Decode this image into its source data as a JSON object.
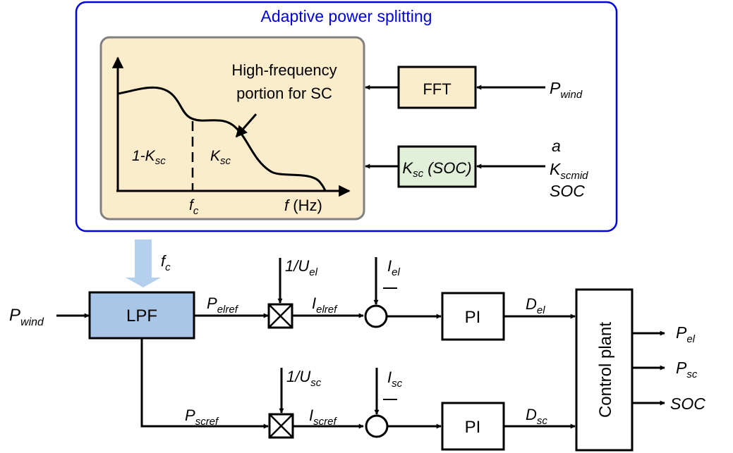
{
  "title": "Adaptive power splitting",
  "colors": {
    "group_border": "#0000e0",
    "title_text": "#0000e0",
    "spectrum_panel_fill": "#fbeccb",
    "spectrum_panel_border": "#808080",
    "fft_fill": "#fbeccb",
    "ksc_fill": "#e2efd9",
    "lpf_fill": "#a9c6e6",
    "fc_arrow": "#b4d0ec"
  },
  "spectrum": {
    "annotation_line1": "High-frequency",
    "annotation_line2": "portion for SC",
    "left_region": {
      "prefix": "1-K",
      "sub": "sc"
    },
    "right_region": {
      "main": "K",
      "sub": "sc"
    },
    "cutoff_label": {
      "main": "f",
      "sub": "c"
    },
    "x_axis_label": {
      "main": "f",
      "unit": " (Hz)"
    }
  },
  "blocks": {
    "fft": "FFT",
    "ksc": {
      "main": "K",
      "sub": "sc",
      "rest": " (SOC)"
    },
    "lpf": "LPF",
    "pi_el": "PI",
    "pi_sc": "PI",
    "plant": "Control plant"
  },
  "inputs": {
    "fft_in": {
      "main": "P",
      "sub": "wind"
    },
    "ksc_in_a": "a",
    "ksc_in_k": {
      "main": "K",
      "sub": "scmid"
    },
    "ksc_in_soc": "SOC",
    "lpf_in": {
      "main": "P",
      "sub": "wind"
    },
    "fc": {
      "main": "f",
      "sub": "c"
    }
  },
  "signals": {
    "p_elref": {
      "main": "P",
      "sub": "elref"
    },
    "p_scref": {
      "main": "P",
      "sub": "scref"
    },
    "inv_u_el": {
      "main": "1/U",
      "sub": "el"
    },
    "inv_u_sc": {
      "main": "1/U",
      "sub": "sc"
    },
    "i_elref": {
      "main": "I",
      "sub": "elref"
    },
    "i_scref": {
      "main": "I",
      "sub": "scref"
    },
    "i_el": {
      "main": "I",
      "sub": "el"
    },
    "i_sc": {
      "main": "I",
      "sub": "sc"
    },
    "minus": "—",
    "d_el": {
      "main": "D",
      "sub": "el"
    },
    "d_sc": {
      "main": "D",
      "sub": "sc"
    }
  },
  "outputs": {
    "p_el": {
      "main": "P",
      "sub": "el"
    },
    "p_sc": {
      "main": "P",
      "sub": "sc"
    },
    "soc": "SOC"
  }
}
